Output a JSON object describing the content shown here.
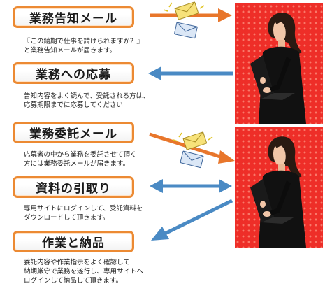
{
  "steps": [
    {
      "title": "業務告知メール",
      "desc": [
        "『この納期で仕事を請けられますか？』",
        "と業務告知メールが届きます。"
      ]
    },
    {
      "title": "業務への応募",
      "desc": [
        "告知内容をよく読んで、受託される方は、",
        "応募期限までに応募してください"
      ]
    },
    {
      "title": "業務委託メール",
      "desc": [
        "応募者の中から業務を委託させて頂く",
        "方には業務委託メールが届きます。"
      ]
    },
    {
      "title": "資料の引取り",
      "desc": [
        "専用サイトにログインして、受託資料を",
        "ダウンロードして頂きます。"
      ]
    },
    {
      "title": "作業と納品",
      "desc": [
        "委託内容や作業指示をよく確認して",
        "納期厳守で業務を遂行し、専用サイトへ",
        "ログインして納品して頂きます。"
      ]
    }
  ],
  "colors": {
    "step_border": "#ec8a33",
    "arrow_orange": "#e8762b",
    "arrow_blue": "#4a8ac4",
    "photo_bg": "#ee2e28"
  },
  "icons": [
    "mail-envelope-icon",
    "worker-with-laptop-illustration"
  ]
}
